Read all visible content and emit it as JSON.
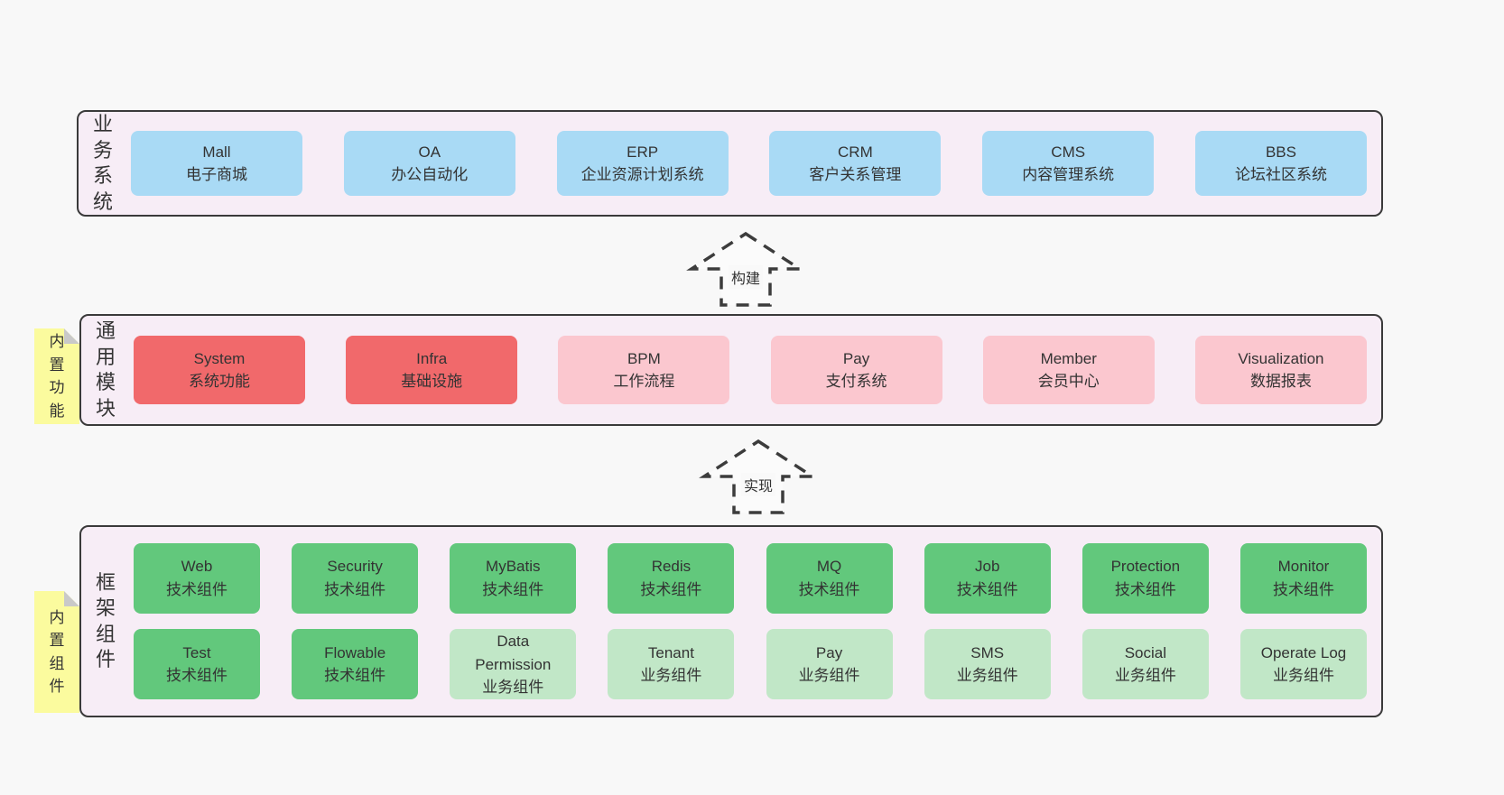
{
  "colors": {
    "page_bg": "#f8f8f8",
    "layer_bg": "#f7edf6",
    "layer_border": "#3a3a3a",
    "blue": "#a9daf5",
    "red": "#f1696b",
    "pink": "#fbc7cf",
    "green": "#62c87c",
    "lightgreen": "#c1e7c7",
    "note_yellow": "#fbfb9e",
    "note_fold_gray": "#c9c9c9",
    "text": "#333333"
  },
  "sections": [
    {
      "id": "business",
      "label": "业务系统",
      "rows": [
        [
          {
            "name": "Mall",
            "desc": "电子商城",
            "variant": "blue"
          },
          {
            "name": "OA",
            "desc": "办公自动化",
            "variant": "blue"
          },
          {
            "name": "ERP",
            "desc": "企业资源计划系统",
            "variant": "blue"
          },
          {
            "name": "CRM",
            "desc": "客户关系管理",
            "variant": "blue"
          },
          {
            "name": "CMS",
            "desc": "内容管理系统",
            "variant": "blue"
          },
          {
            "name": "BBS",
            "desc": "论坛社区系统",
            "variant": "blue"
          }
        ]
      ]
    },
    {
      "id": "modules",
      "label": "通用模块",
      "note": "内置功能",
      "rows": [
        [
          {
            "name": "System",
            "desc": "系统功能",
            "variant": "red"
          },
          {
            "name": "Infra",
            "desc": "基础设施",
            "variant": "red"
          },
          {
            "name": "BPM",
            "desc": "工作流程",
            "variant": "pink"
          },
          {
            "name": "Pay",
            "desc": "支付系统",
            "variant": "pink"
          },
          {
            "name": "Member",
            "desc": "会员中心",
            "variant": "pink"
          },
          {
            "name": "Visualization",
            "desc": "数据报表",
            "variant": "pink"
          }
        ]
      ]
    },
    {
      "id": "framework",
      "label": "框架组件",
      "note": "内置组件",
      "rows": [
        [
          {
            "name": "Web",
            "desc": "技术组件",
            "variant": "green"
          },
          {
            "name": "Security",
            "desc": "技术组件",
            "variant": "green"
          },
          {
            "name": "MyBatis",
            "desc": "技术组件",
            "variant": "green"
          },
          {
            "name": "Redis",
            "desc": "技术组件",
            "variant": "green"
          },
          {
            "name": "MQ",
            "desc": "技术组件",
            "variant": "green"
          },
          {
            "name": "Job",
            "desc": "技术组件",
            "variant": "green"
          },
          {
            "name": "Protection",
            "desc": "技术组件",
            "variant": "green"
          },
          {
            "name": "Monitor",
            "desc": "技术组件",
            "variant": "green"
          }
        ],
        [
          {
            "name": "Test",
            "desc": "技术组件",
            "variant": "green"
          },
          {
            "name": "Flowable",
            "desc": "技术组件",
            "variant": "green"
          },
          {
            "name": "Data Permission",
            "desc": "业务组件",
            "variant": "lightgreen"
          },
          {
            "name": "Tenant",
            "desc": "业务组件",
            "variant": "lightgreen"
          },
          {
            "name": "Pay",
            "desc": "业务组件",
            "variant": "lightgreen"
          },
          {
            "name": "SMS",
            "desc": "业务组件",
            "variant": "lightgreen"
          },
          {
            "name": "Social",
            "desc": "业务组件",
            "variant": "lightgreen"
          },
          {
            "name": "Operate Log",
            "desc": "业务组件",
            "variant": "lightgreen"
          }
        ]
      ]
    }
  ],
  "arrows": [
    {
      "label": "构建"
    },
    {
      "label": "实现"
    }
  ]
}
